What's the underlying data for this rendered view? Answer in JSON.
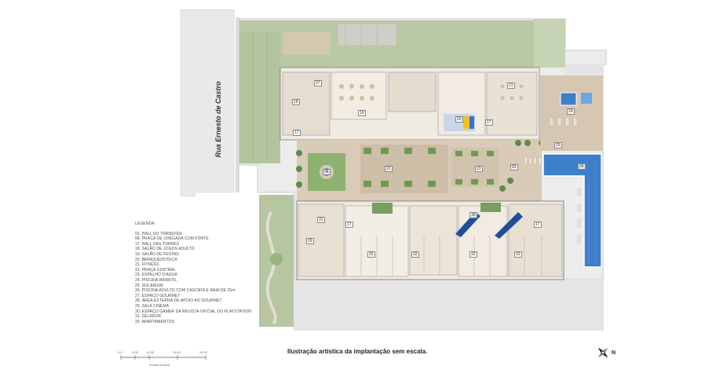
{
  "street_name": "Rua Ernesto de Castro",
  "legend": {
    "title": "LEGENDA:",
    "items": [
      "02. HALL DO TRANSFER",
      "08. PRAÇA DE CHEGADA COM FONTE",
      "17. HALL DAS TORRES",
      "18. SALÃO DE JOGOS ADULTO",
      "19. SALÃO DE FESTAS",
      "20. BRINQUEDOTECA",
      "21. FITNESS",
      "22. PRAÇA CENTRAL",
      "23. ESPELHO D'ÁGUA",
      "24. PISCINA INFANTIL",
      "25. SOLARIUM",
      "26. PISCINA ADULTO COM CASCATA E RAIA DE 25m",
      "27. ESPAÇO GOURMET",
      "28. ÁREA EXTERNA DE APOIO AO GOURMET",
      "29. SALA CINEMA",
      "30. ESPAÇO GAMER DA REVISTA OFICIAL DO PLAYSTATION",
      "31. ZELADOR",
      "32. APARTAMENTOS"
    ]
  },
  "caption": "Ilustração artística da implantação sem escala.",
  "scale": {
    "ticks": [
      "0,0",
      "5,00",
      "10,00",
      "15,00",
      "20,00"
    ],
    "title": "Escala Gráfica"
  },
  "north_label": "N",
  "plan_labels": {
    "l02": "02",
    "l08": "08",
    "l17a": "17",
    "l17b": "17",
    "l17c": "17",
    "l17d": "17",
    "l18": "18",
    "l19": "19",
    "l20": "20",
    "l21": "21",
    "l22": "22",
    "l23": "23",
    "l24": "24",
    "l25": "25",
    "l26": "26",
    "l27": "27",
    "l29": "29",
    "l30": "30",
    "l31": "31",
    "l32a": "32",
    "l32b": "32",
    "l32c": "32",
    "l32d": "32"
  },
  "colors": {
    "grass": "#b9c9a6",
    "paving": "#d9cbb8",
    "paving_dark": "#c8b79f",
    "building": "#efeae2",
    "pool": "#3d7fc9",
    "road": "#e8e8e8",
    "tree": "#5f8a4a"
  }
}
